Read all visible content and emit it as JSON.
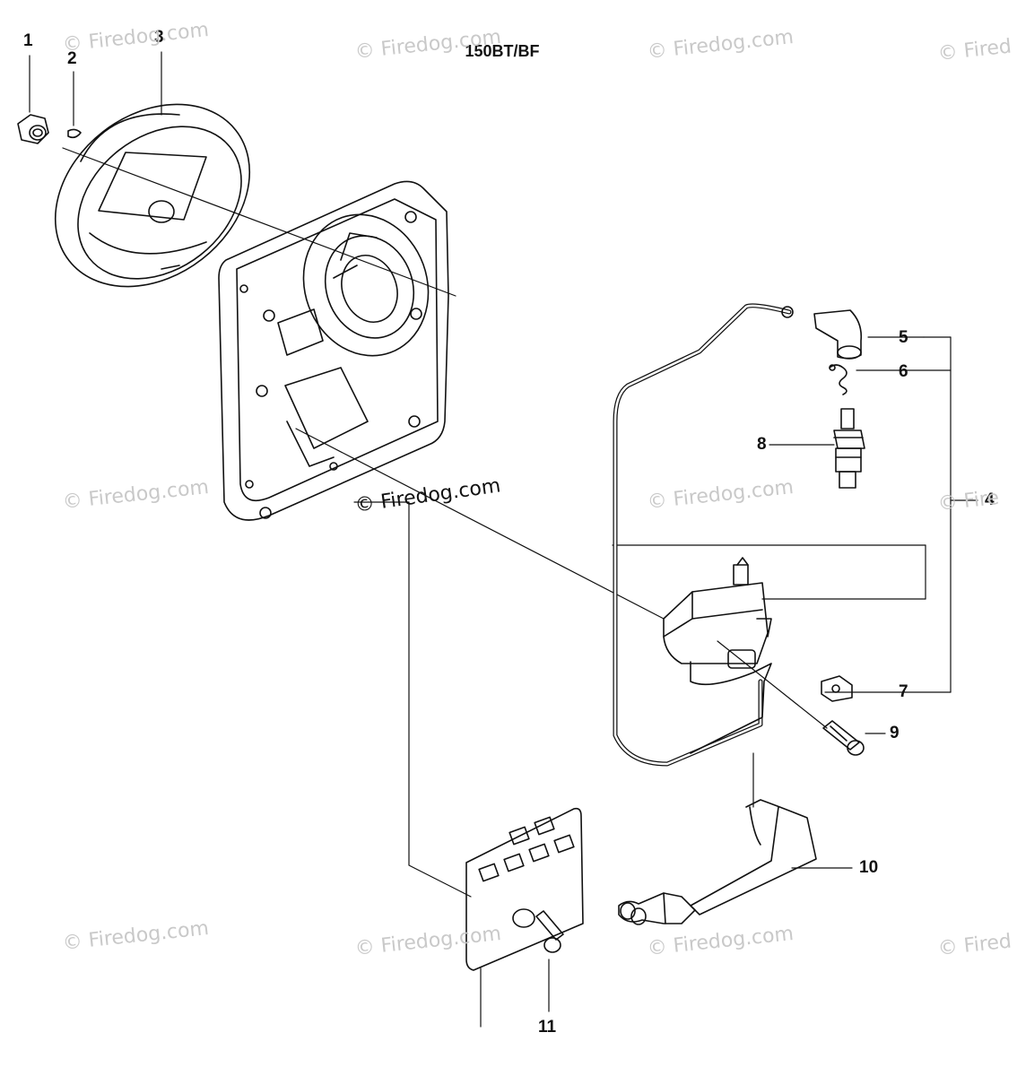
{
  "title": "150BT/BF",
  "watermark": "© Firedog.com",
  "watermark_partial": "© Fired",
  "watermark_partial_top": "© Fire",
  "callouts": [
    {
      "id": "1",
      "label": "1"
    },
    {
      "id": "2",
      "label": "2"
    },
    {
      "id": "3",
      "label": "3"
    },
    {
      "id": "4",
      "label": "4"
    },
    {
      "id": "5",
      "label": "5"
    },
    {
      "id": "6",
      "label": "6"
    },
    {
      "id": "7",
      "label": "7"
    },
    {
      "id": "8",
      "label": "8"
    },
    {
      "id": "9",
      "label": "9"
    },
    {
      "id": "10",
      "label": "10"
    },
    {
      "id": "11",
      "label": "11"
    }
  ],
  "colors": {
    "line": "#111111",
    "watermark": "#c9c9c9",
    "background": "#ffffff"
  }
}
